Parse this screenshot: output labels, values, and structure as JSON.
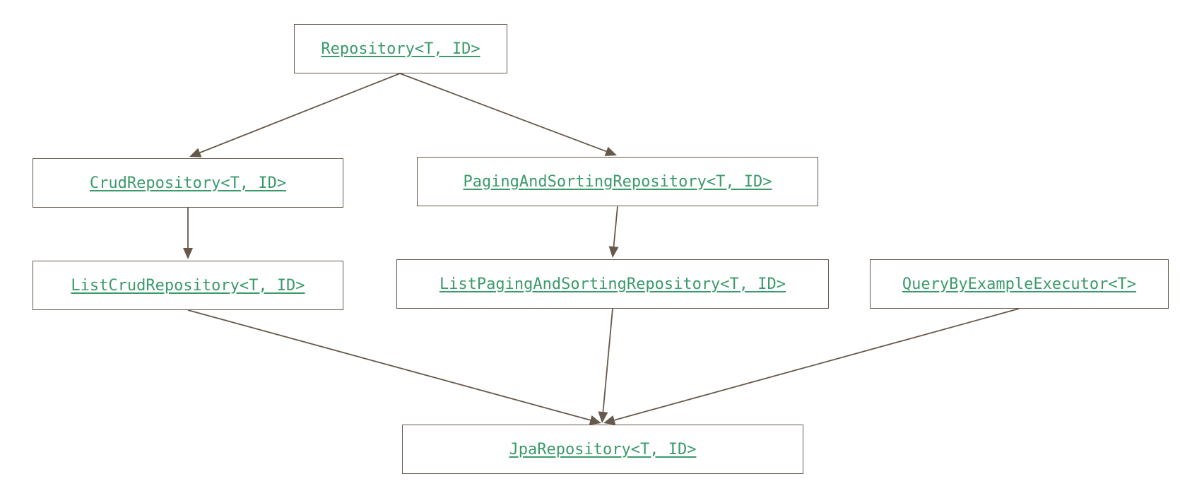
{
  "colors": {
    "link": "#3a9a6a",
    "border": "#66594c",
    "edge": "#66594c",
    "background": "#ffffff"
  },
  "nodes": {
    "repository": {
      "label": "Repository<T, ID>"
    },
    "crud": {
      "label": "CrudRepository<T, ID>"
    },
    "paging": {
      "label": "PagingAndSortingRepository<T, ID>"
    },
    "list_crud": {
      "label": "ListCrudRepository<T, ID>"
    },
    "list_paging": {
      "label": "ListPagingAndSortingRepository<T, ID>"
    },
    "qbe": {
      "label": "QueryByExampleExecutor<T>"
    },
    "jpa": {
      "label": "JpaRepository<T, ID>"
    }
  },
  "edges": [
    {
      "from": "repository",
      "to": "crud"
    },
    {
      "from": "repository",
      "to": "paging"
    },
    {
      "from": "crud",
      "to": "list_crud"
    },
    {
      "from": "paging",
      "to": "list_paging"
    },
    {
      "from": "list_crud",
      "to": "jpa"
    },
    {
      "from": "list_paging",
      "to": "jpa"
    },
    {
      "from": "qbe",
      "to": "jpa"
    }
  ]
}
